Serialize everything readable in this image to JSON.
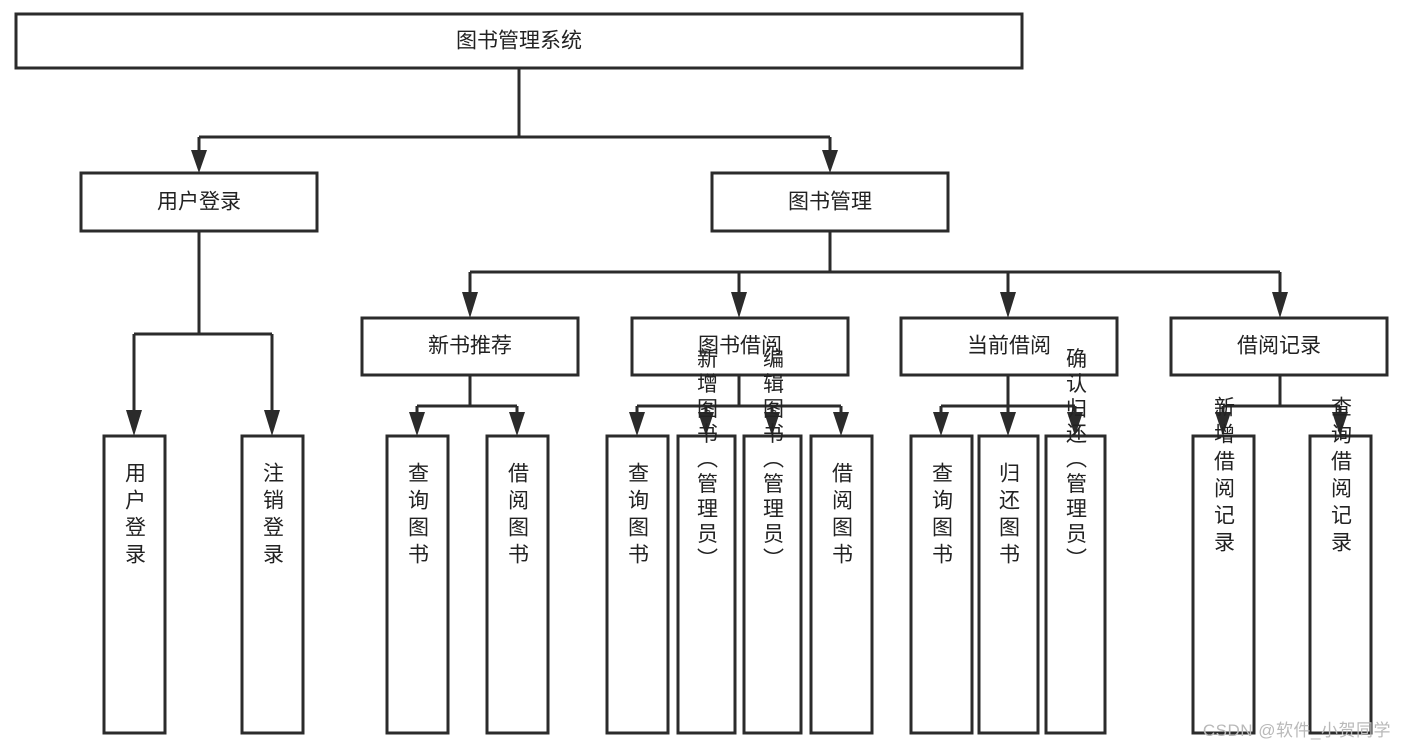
{
  "diagram": {
    "type": "tree-hierarchy",
    "title": "图书管理系统",
    "watermark": "CSDN @软件_小贺同学",
    "colors": {
      "stroke": "#2b2b2b",
      "fill": "#ffffff",
      "text": "#222222",
      "watermark": "#b9b9b9"
    },
    "levels": {
      "root": {
        "label": "图书管理系统"
      },
      "level2": [
        {
          "label": "用户登录"
        },
        {
          "label": "图书管理"
        }
      ],
      "level3": [
        {
          "label": "新书推荐"
        },
        {
          "label": "图书借阅"
        },
        {
          "label": "当前借阅"
        },
        {
          "label": "借阅记录"
        }
      ],
      "leaves": {
        "user_login": [
          {
            "label": "用户登录"
          },
          {
            "label": "注销登录"
          }
        ],
        "new_book": [
          {
            "label": "查询图书"
          },
          {
            "label": "借阅图书"
          }
        ],
        "book_borrow": [
          {
            "label": "查询图书"
          },
          {
            "label": "新增图书（管理员）"
          },
          {
            "label": "编辑图书（管理员）"
          },
          {
            "label": "借阅图书"
          }
        ],
        "current_borrow": [
          {
            "label": "查询图书"
          },
          {
            "label": "归还图书"
          },
          {
            "label": "确认归还（管理员）"
          }
        ],
        "borrow_record": [
          {
            "label": "新增借阅记录"
          },
          {
            "label": "查询借阅记录"
          }
        ]
      }
    }
  }
}
